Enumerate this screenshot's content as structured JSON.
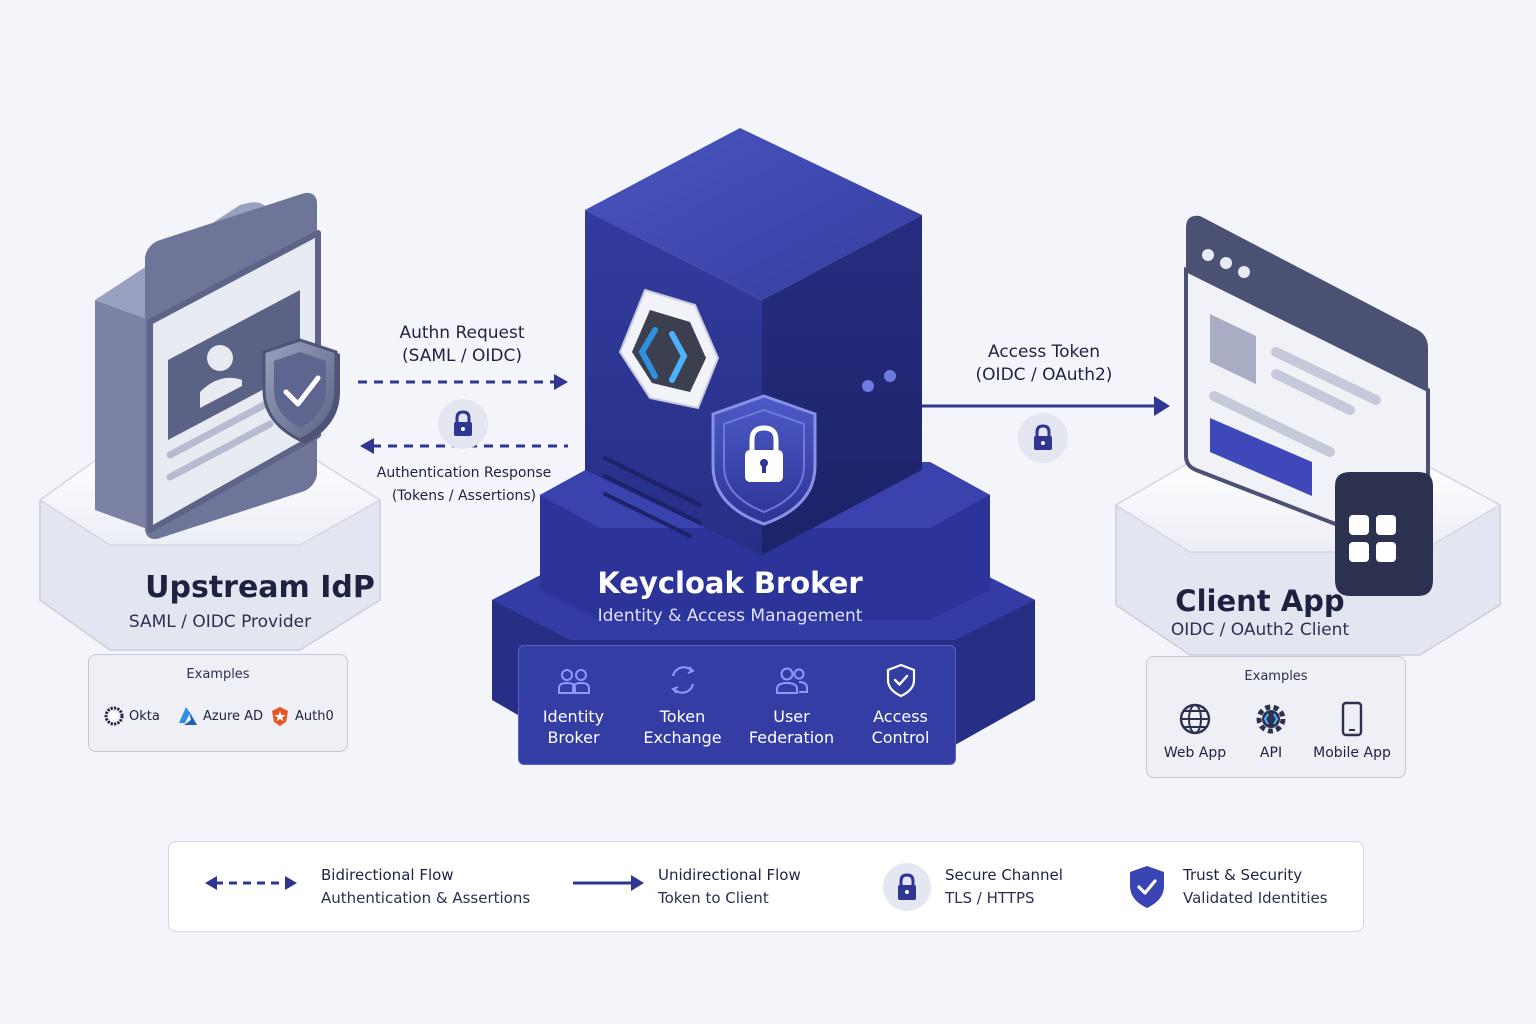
{
  "upstream_idp": {
    "title": "Upstream IdP",
    "subtitle": "SAML / OIDC Provider",
    "examples_title": "Examples",
    "examples": [
      {
        "name": "Okta",
        "icon": "okta-logo-icon"
      },
      {
        "name": "Azure AD",
        "icon": "azure-logo-icon"
      },
      {
        "name": "Auth0",
        "icon": "auth0-logo-icon"
      }
    ]
  },
  "broker": {
    "title": "Keycloak Broker",
    "subtitle": "Identity & Access Management",
    "features": [
      {
        "label": "Identity\nBroker",
        "icon": "users-icon"
      },
      {
        "label": "Token\nExchange",
        "icon": "exchange-icon"
      },
      {
        "label": "User\nFederation",
        "icon": "user-group-icon"
      },
      {
        "label": "Access\nControl",
        "icon": "shield-check-icon"
      }
    ]
  },
  "client_app": {
    "title": "Client App",
    "subtitle": "OIDC / OAuth2 Client",
    "examples_title": "Examples",
    "examples": [
      {
        "name": "Web App",
        "icon": "globe-icon"
      },
      {
        "name": "API",
        "icon": "gear-code-icon"
      },
      {
        "name": "Mobile App",
        "icon": "phone-icon"
      }
    ]
  },
  "flows": {
    "authn_request": {
      "line1": "Authn Request",
      "line2": "(SAML / OIDC)"
    },
    "authn_response": {
      "line1": "Authentication Response",
      "line2": "(Tokens / Assertions)"
    },
    "access_token": {
      "line1": "Access Token",
      "line2": "(OIDC / OAuth2)"
    }
  },
  "legend": [
    {
      "title": "Bidirectional Flow",
      "subtitle": "Authentication & Assertions",
      "icon": "dashed-double-arrow-icon"
    },
    {
      "title": "Unidirectional Flow",
      "subtitle": "Token to Client",
      "icon": "solid-arrow-icon"
    },
    {
      "title": "Secure Channel",
      "subtitle": "TLS / HTTPS",
      "icon": "lock-icon"
    },
    {
      "title": "Trust & Security",
      "subtitle": "Validated Identities",
      "icon": "shield-check-icon"
    }
  ],
  "colors": {
    "primary": "#2e3593",
    "primary_dark": "#1e2470",
    "accent_blue": "#2f8fe0",
    "background": "#f4f5fa",
    "text": "#1d2240"
  }
}
